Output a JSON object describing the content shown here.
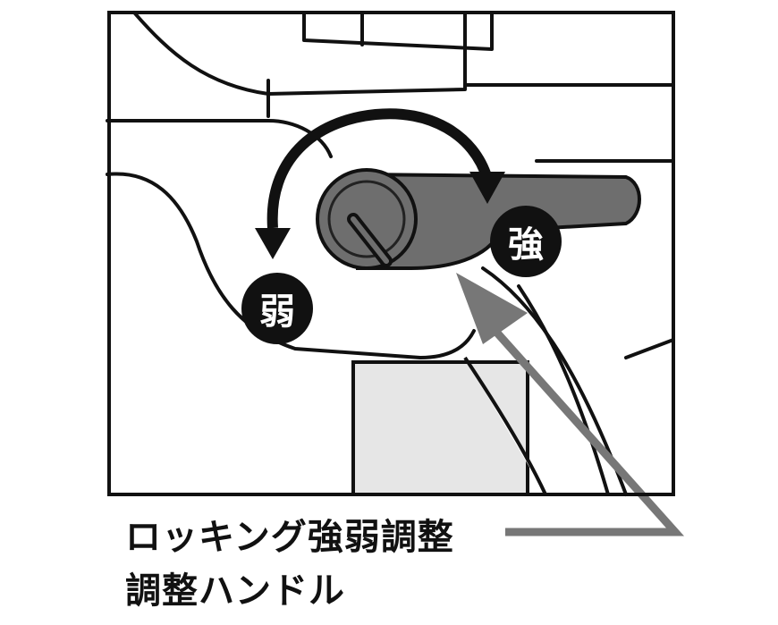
{
  "labels": {
    "weak": "弱",
    "strong": "強"
  },
  "caption": {
    "line1": "ロッキング強弱調整",
    "line2": "調整ハンドル"
  },
  "colors": {
    "line": "#111111",
    "handle": "#6e6e6e",
    "pointer": "#777777",
    "shade": "#e6e6e6"
  }
}
